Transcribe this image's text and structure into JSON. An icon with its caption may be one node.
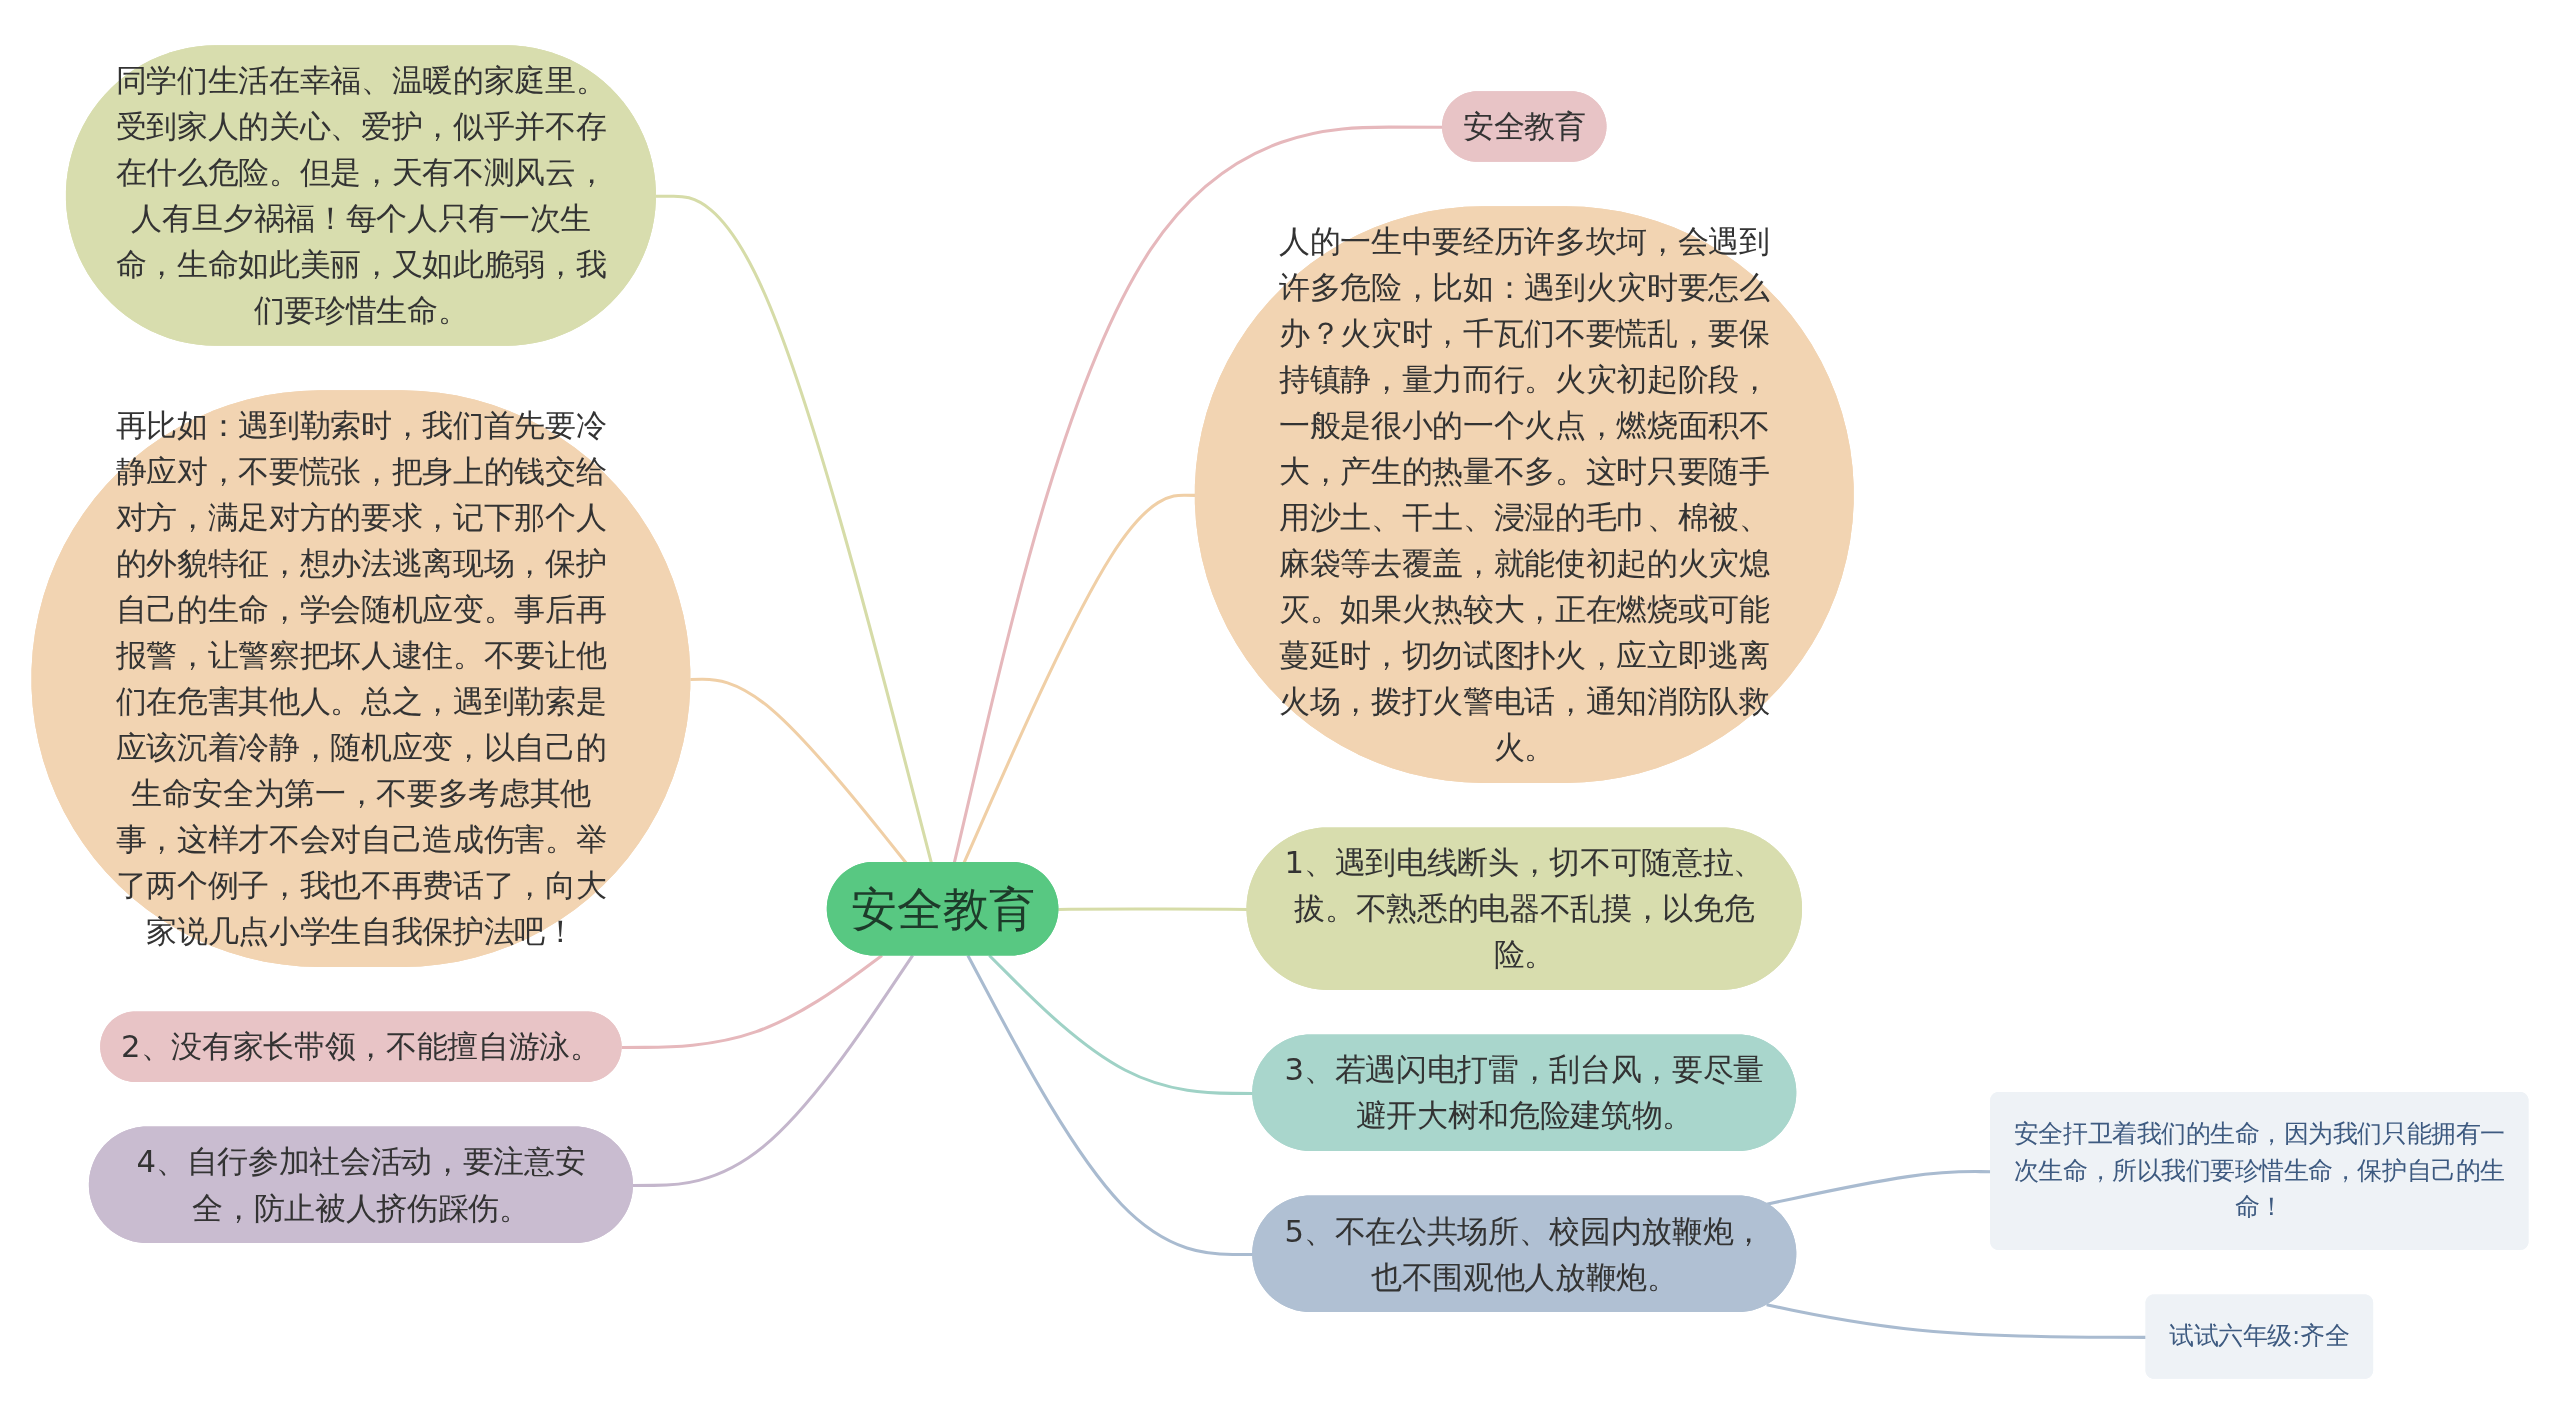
{
  "diagram": {
    "nodes": [
      {
        "text": [
          "安全教育"
        ]
      },
      {
        "text": [
          "安全教育"
        ]
      },
      {
        "text": [
          "同学们生活在幸福、温暖的家庭里。受到家人的关心、爱护，似乎并不存在什么危险。但是，天有不测风云，人有旦夕祸福！每个人只有一次生命，生命如此美丽，又如此脆弱，我们要珍惜生命。"
        ]
      },
      {
        "text": [
          "人的一生中要经历许多坎坷，会遇到许多危险，比如：遇到火灾时要怎么办？火灾时，千瓦们不要慌乱，要保持镇静，量力而行。火灾初起阶段，一般是很小的一个火点，燃烧面积不大，产生的热量不多。这时只要随手用沙土、干土、浸湿的毛巾、棉被、麻袋等去覆盖，就能使初起的火灾熄灭。如果火热较大，正在燃烧或可能蔓延时，切勿试图扑火，应立即逃离火场，拨打火警电话，通知消防队救火。"
        ]
      },
      {
        "text": [
          "再比如：遇到勒索时，我们首先要冷静应对，不要慌张，把身上的钱交给对方，满足对方的要求，记下那个人的外貌特征，想办法逃离现场，保护自己的生命，学会随机应变。事后再报警，让警察把坏人逮住。不要让他们在危害其他人。总之，遇到勒索是应该沉着冷静，随机应变，以自己的生命安全为第一，不要多考虑其他事，这样才不会对自己造成伤害。举了两个例子，我也不再费话了，向大家说几点小学生自我保护法吧！"
        ]
      },
      {
        "text": [
          "1、遇到电线断头，切不可随意拉、拔。不熟悉的电器不乱摸，以免危险。"
        ]
      },
      {
        "text": [
          "2、没有家长带领，不能擅自游泳。"
        ]
      },
      {
        "text": [
          "3、若遇闪电打雷，刮台风，要尽量避开大树和危险建筑物。"
        ]
      },
      {
        "text": [
          "4、自行参加社会活动，要注意安全，防止被人挤伤踩伤。"
        ]
      },
      {
        "text": [
          "5、不在公共场所、校园内放鞭炮，也不围观他人放鞭炮。"
        ]
      },
      {
        "text": [
          "安全扞卫着我们的生命，因为我们只能拥有一次生命，所以我们要珍惜生命，保护自己的生命！"
        ]
      },
      {
        "text": [
          "试试六年级:齐全"
        ]
      }
    ],
    "edges": [
      {
        "from": 0,
        "to": 1,
        "arrow": "none",
        "color": "#e6b8bc"
      },
      {
        "from": 2,
        "to": 0,
        "arrow": "none",
        "color": "#d6dca8"
      },
      {
        "from": 0,
        "to": 3,
        "arrow": "none",
        "color": "#f0cfa6"
      },
      {
        "from": 4,
        "to": 0,
        "arrow": "none",
        "color": "#f0cfa6"
      },
      {
        "from": 0,
        "to": 5,
        "arrow": "none",
        "color": "#d6dca8"
      },
      {
        "from": 6,
        "to": 0,
        "arrow": "none",
        "color": "#e6b8bc"
      },
      {
        "from": 0,
        "to": 7,
        "arrow": "none",
        "color": "#9fd2c6"
      },
      {
        "from": 8,
        "to": 0,
        "arrow": "none",
        "color": "#c4b6cc"
      },
      {
        "from": 0,
        "to": 9,
        "arrow": "none",
        "color": "#a9bbd0"
      },
      {
        "from": 9,
        "to": 10,
        "arrow": "none",
        "color": "#a9bbd0"
      },
      {
        "from": 9,
        "to": 11,
        "arrow": "none",
        "color": "#a9bbd0"
      }
    ]
  }
}
